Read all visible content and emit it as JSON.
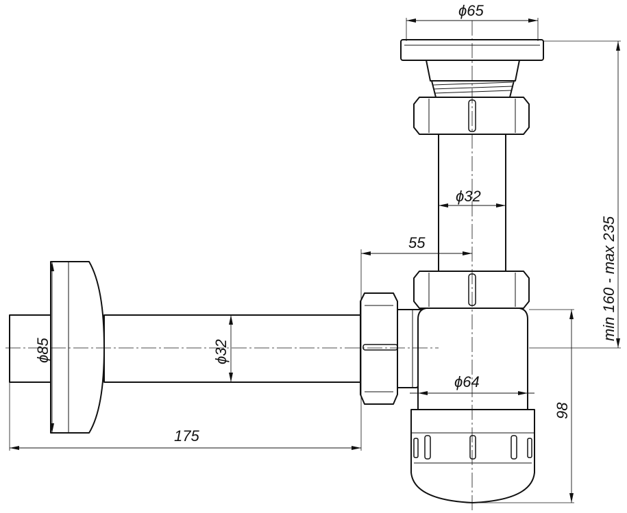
{
  "dimensions": {
    "outlet_top_diameter": "ϕ65",
    "vertical_pipe_diameter": "ϕ32",
    "offset_55": "55",
    "height_range": "min 160 - max 235",
    "flange_diameter": "ϕ85",
    "horizontal_pipe_diameter": "ϕ32",
    "bottle_diameter": "ϕ64",
    "bottle_height": "98",
    "horizontal_length": "175"
  },
  "colors": {
    "line": "#111111",
    "background": "#ffffff"
  }
}
